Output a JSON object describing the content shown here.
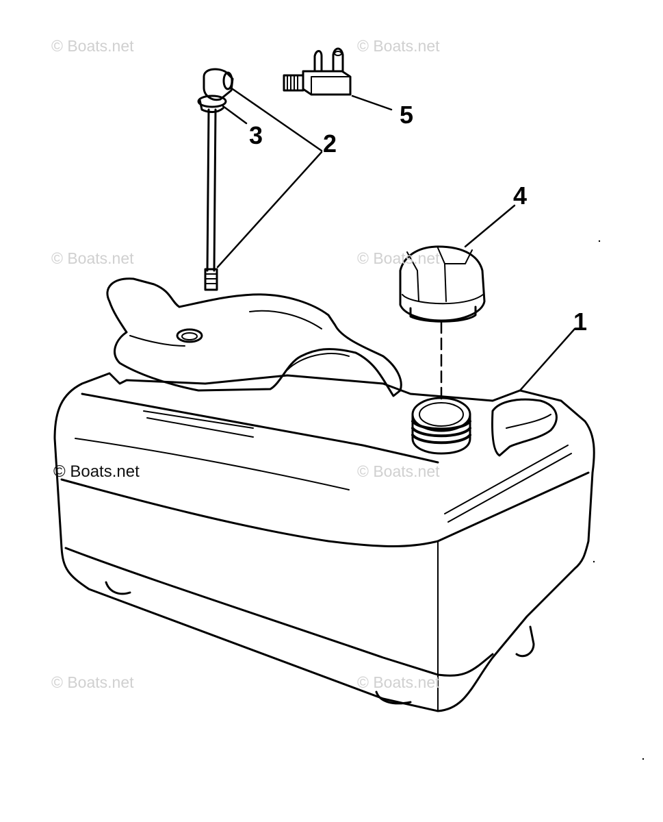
{
  "watermarks": {
    "w1": "© Boats.net",
    "w2": "© Boats.net",
    "w3": "© Boats.net",
    "w4": "© Boats.net",
    "w5": "© Boats.net",
    "w6": "© Boats.net",
    "w7": "© Boats.net",
    "w8": "© Boats.net"
  },
  "callouts": {
    "c1": "1",
    "c2": "2",
    "c3": "3",
    "c4": "4",
    "c5": "5"
  },
  "parts": [
    {
      "id": "1",
      "name": "fuel-tank"
    },
    {
      "id": "2",
      "name": "fuel-gauge-pickup-assembly"
    },
    {
      "id": "3",
      "name": "gasket"
    },
    {
      "id": "4",
      "name": "filler-cap"
    },
    {
      "id": "5",
      "name": "fuel-connector"
    }
  ],
  "colors": {
    "line": "#000000",
    "watermark": "#d0d0d0",
    "background": "#ffffff"
  }
}
